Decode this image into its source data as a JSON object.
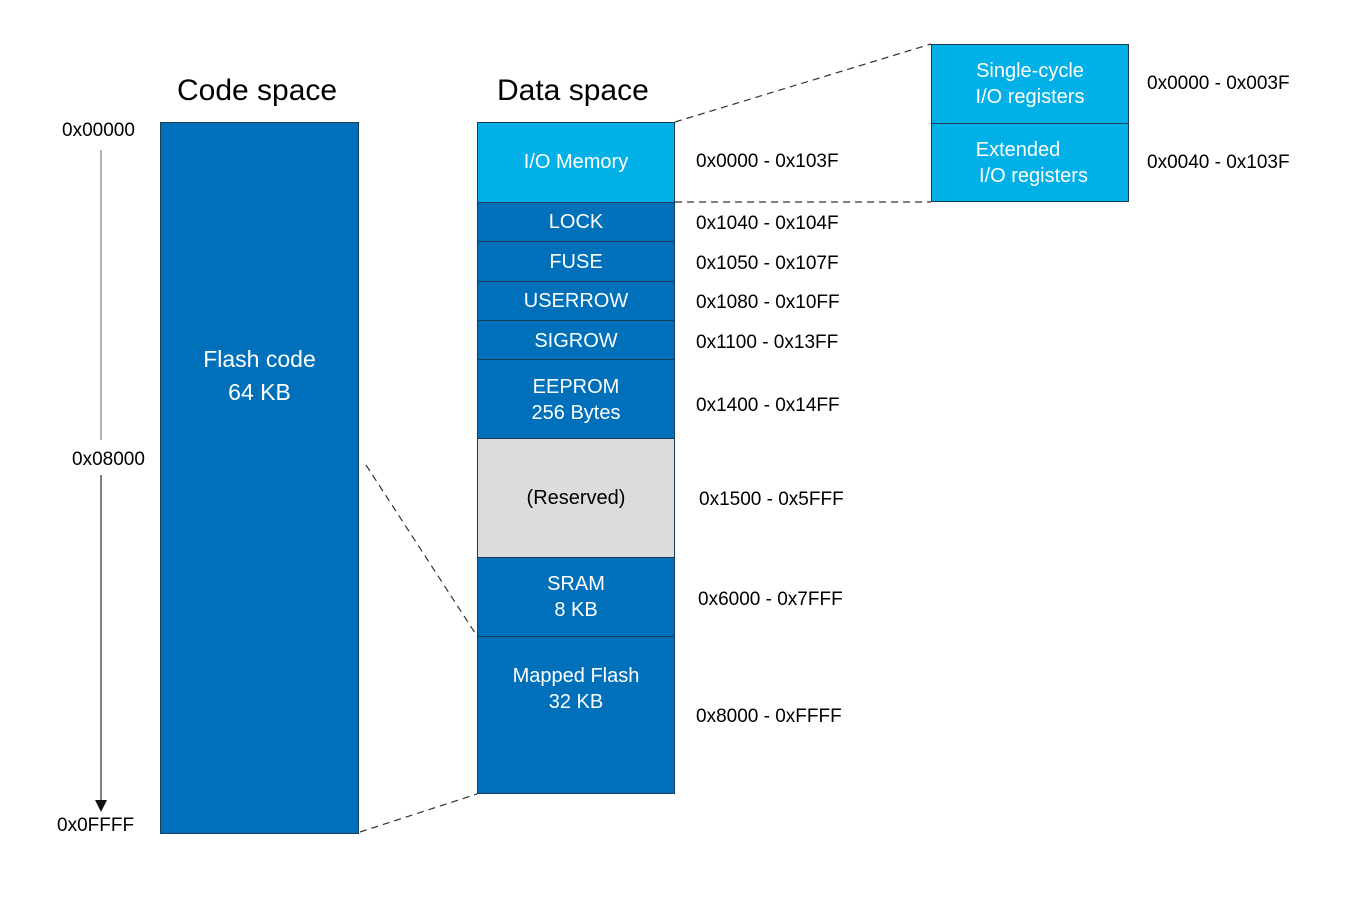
{
  "code_space": {
    "title": "Code space",
    "flash_line1": "Flash code",
    "flash_line2": "64 KB",
    "addr_start": "0x00000",
    "addr_mid": "0x08000",
    "addr_end": "0x0FFFF"
  },
  "data_space": {
    "title": "Data space",
    "blocks": [
      {
        "name": "io-memory",
        "line1": "I/O Memory",
        "line2": "",
        "range": "0x0000 - 0x103F"
      },
      {
        "name": "lock",
        "line1": "LOCK",
        "line2": "",
        "range": "0x1040 - 0x104F"
      },
      {
        "name": "fuse",
        "line1": "FUSE",
        "line2": "",
        "range": "0x1050 - 0x107F"
      },
      {
        "name": "userrow",
        "line1": "USERROW",
        "line2": "",
        "range": "0x1080 - 0x10FF"
      },
      {
        "name": "sigrow",
        "line1": "SIGROW",
        "line2": "",
        "range": "0x1100 - 0x13FF"
      },
      {
        "name": "eeprom",
        "line1": "EEPROM",
        "line2": "256 Bytes",
        "range": "0x1400 - 0x14FF"
      },
      {
        "name": "reserved",
        "line1": "(Reserved)",
        "line2": "",
        "range": "0x1500 - 0x5FFF"
      },
      {
        "name": "sram",
        "line1": "SRAM",
        "line2": "8 KB",
        "range": "0x6000 - 0x7FFF"
      },
      {
        "name": "mapped-flash",
        "line1": "Mapped Flash",
        "line2": "32 KB",
        "range": "0x8000 - 0xFFFF"
      }
    ]
  },
  "io_detail": {
    "blocks": [
      {
        "line1": "Single-cycle",
        "line2": "I/O registers",
        "range": "0x0000 - 0x003F"
      },
      {
        "line1": "Extended",
        "line2": "I/O registers",
        "range": "0x0040 - 0x103F"
      }
    ]
  },
  "colors": {
    "block_dark": "#0070ba",
    "block_light": "#00b0e6",
    "reserved": "#dcdcdc"
  }
}
